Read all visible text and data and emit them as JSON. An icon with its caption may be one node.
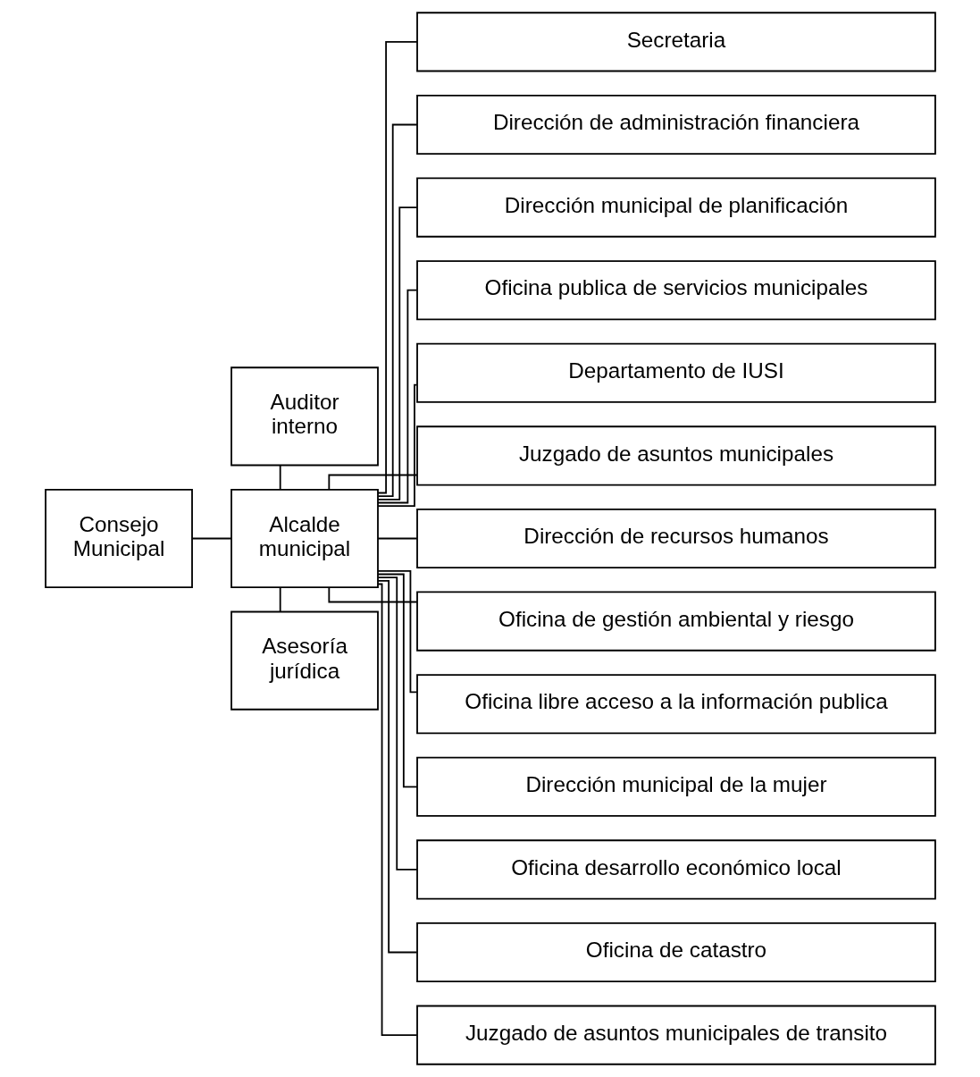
{
  "diagram": {
    "nodes": [
      {
        "text": [
          "Consejo Municipal"
        ]
      },
      {
        "text": [
          "Auditor interno"
        ]
      },
      {
        "text": [
          "Alcalde municipal"
        ]
      },
      {
        "text": [
          "Asesoría jurídica"
        ]
      },
      {
        "text": [
          "Secretaria"
        ]
      },
      {
        "text": [
          "Dirección de administración financiera"
        ]
      },
      {
        "text": [
          "Dirección municipal de planificación"
        ]
      },
      {
        "text": [
          "Oficina publica de servicios municipales"
        ]
      },
      {
        "text": [
          "Departamento de IUSI"
        ]
      },
      {
        "text": [
          "Juzgado de asuntos municipales"
        ]
      },
      {
        "text": [
          "Dirección de recursos humanos"
        ]
      },
      {
        "text": [
          "Oficina de gestión ambiental y riesgo"
        ]
      },
      {
        "text": [
          "Oficina libre acceso a la información publica"
        ]
      },
      {
        "text": [
          "Dirección municipal de la mujer"
        ]
      },
      {
        "text": [
          "Oficina desarrollo económico local"
        ]
      },
      {
        "text": [
          "Oficina de catastro"
        ]
      },
      {
        "text": [
          "Juzgado de asuntos municipales de transito"
        ]
      }
    ],
    "edges": [
      {
        "from": 0,
        "to": 2,
        "arrow": "none"
      },
      {
        "from": 1,
        "to": 2,
        "arrow": "none"
      },
      {
        "from": 2,
        "to": 3,
        "arrow": "none"
      },
      {
        "from": 2,
        "to": 4,
        "arrow": "none"
      },
      {
        "from": 2,
        "to": 5,
        "arrow": "none"
      },
      {
        "from": 2,
        "to": 6,
        "arrow": "none"
      },
      {
        "from": 2,
        "to": 7,
        "arrow": "none"
      },
      {
        "from": 2,
        "to": 8,
        "arrow": "none"
      },
      {
        "from": 2,
        "to": 9,
        "arrow": "none"
      },
      {
        "from": 2,
        "to": 10,
        "arrow": "none"
      },
      {
        "from": 2,
        "to": 11,
        "arrow": "none"
      },
      {
        "from": 2,
        "to": 12,
        "arrow": "none"
      },
      {
        "from": 2,
        "to": 13,
        "arrow": "none"
      },
      {
        "from": 2,
        "to": 14,
        "arrow": "none"
      },
      {
        "from": 2,
        "to": 15,
        "arrow": "none"
      },
      {
        "from": 2,
        "to": 16,
        "arrow": "none"
      }
    ]
  }
}
